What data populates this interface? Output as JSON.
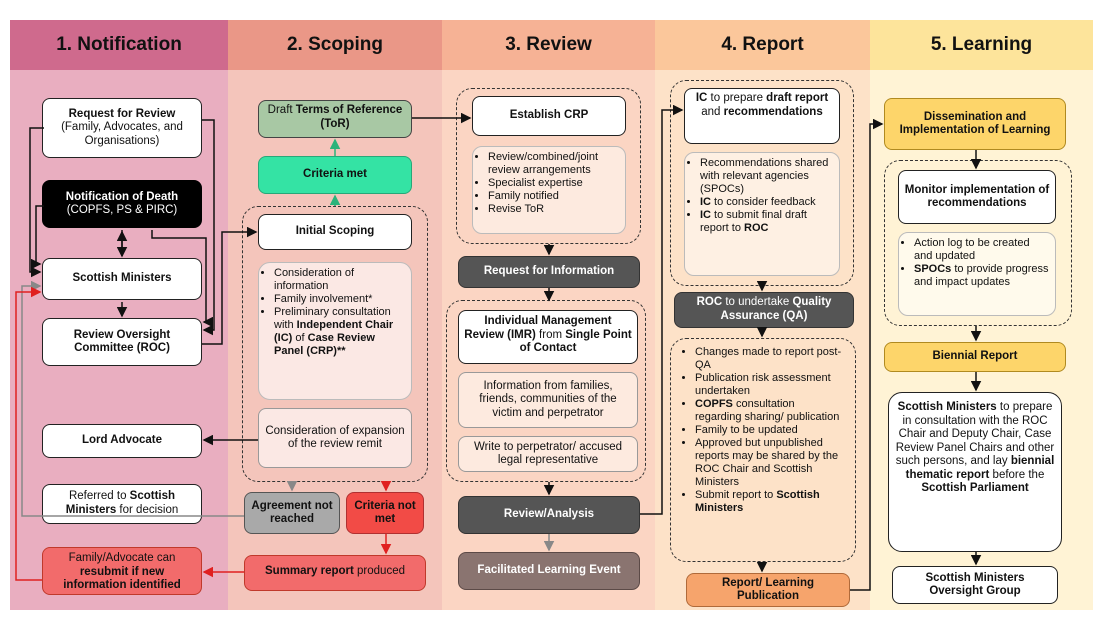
{
  "colors": {
    "col1_head": "#cf6a8d",
    "col1_body": "#e9aec0",
    "col2_head": "#ea9787",
    "col2_body": "#f4c5bb",
    "col3_head": "#f6b295",
    "col3_body": "#fbd5c3",
    "col4_head": "#fbc79b",
    "col4_body": "#fde2c8",
    "col5_head": "#fde49b",
    "col5_body": "#fff3d5"
  },
  "headers": [
    "1. Notification",
    "2. Scoping",
    "3. Review",
    "4. Report",
    "5. Learning"
  ],
  "col1": {
    "request_title": "Request for Review",
    "request_sub": "(Family, Advocates, and Organisations)",
    "death_title": "Notification of Death",
    "death_sub": "(COPFS, PS & PIRC)",
    "ministers": "Scottish Ministers",
    "roc": "Review Oversight Committee (ROC)",
    "lord_advocate": "Lord Advocate",
    "referred_a": "Referred to ",
    "referred_b": "Scottish Ministers",
    "referred_c": " for decision",
    "family_a": "Family/Advocate can ",
    "family_b": "resubmit if new information identified"
  },
  "col2": {
    "tor_a": "Draft ",
    "tor_b": "Terms of Reference (ToR)",
    "criteria_met": "Criteria met",
    "initial": "Initial Scoping",
    "list": {
      "i1": "Consideration of information",
      "i2": "Family involvement*",
      "i3a": "Preliminary consultation with ",
      "i3b": "Independent Chair (IC)",
      "i3c": " of ",
      "i3d": "Case Review Panel (CRP)**"
    },
    "expansion": "Consideration of expansion of the review remit",
    "agreement": "Agreement not reached",
    "criteria_not": "Criteria not met",
    "summary_a": "Summary report",
    "summary_b": " produced"
  },
  "col3": {
    "establish": "Establish CRP",
    "list": [
      "Review/combined/joint review arrangements",
      "Specialist expertise",
      "Family notified",
      "Revise ToR"
    ],
    "request_info": "Request for Information",
    "imr_a": "Individual Management Review (IMR)",
    "imr_b": " from ",
    "imr_c": "Single Point of Contact",
    "info_families": "Information from families, friends, communities of the victim and perpetrator",
    "write": "Write to perpetrator/ accused legal representative",
    "analysis": "Review/Analysis",
    "facilitated": "Facilitated Learning Event"
  },
  "col4": {
    "ic_a": "IC",
    "ic_b": " to prepare ",
    "ic_c": "draft report",
    "ic_d": " and ",
    "ic_e": "recommendations",
    "list1": {
      "i1": "Recommendations shared with relevant agencies (SPOCs)",
      "i2a": "IC",
      "i2b": " to consider feedback",
      "i3a": "IC",
      "i3b": " to submit final draft report to ",
      "i3c": "ROC"
    },
    "qa_a": "ROC",
    "qa_b": " to undertake ",
    "qa_c": "Quality Assurance (QA)",
    "list2": {
      "i1": "Changes made to report post-QA",
      "i2": "Publication risk assessment undertaken",
      "i3a": "COPFS",
      "i3b": " consultation regarding sharing/ publication",
      "i4": "Family to be updated",
      "i5": "Approved but unpublished reports may be shared by the ROC Chair and Scottish Ministers",
      "i6a": "Submit report to ",
      "i6b": "Scottish Ministers"
    },
    "publication": "Report/ Learning Publication"
  },
  "col5": {
    "dissemination": "Dissemination and Implementation of Learning",
    "monitor": "Monitor implementation of recommendations",
    "list": {
      "i1": "Action log to be created and updated",
      "i2a": "SPOCs",
      "i2b": " to provide progress and impact updates"
    },
    "biennial": "Biennial Report",
    "sm": {
      "a": "Scottish Ministers",
      "b": " to prepare in consultation with the ROC Chair and Deputy Chair, Case Review Panel Chairs and other such persons, and lay ",
      "c": "biennial thematic report",
      "d": " before the ",
      "e": "Scottish Parliament"
    },
    "oversight": "Scottish Ministers Oversight Group"
  }
}
